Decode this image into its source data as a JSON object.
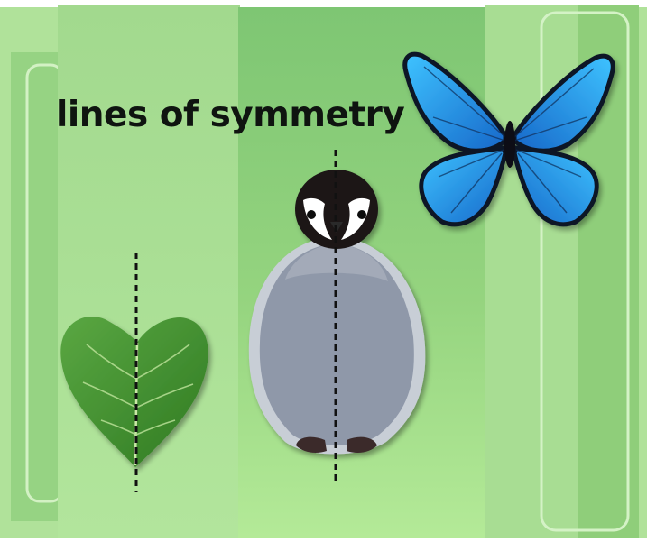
{
  "title": "lines of symmetry",
  "figures": [
    {
      "name": "leaf",
      "icon": "leaf-icon"
    },
    {
      "name": "penguin",
      "icon": "penguin-icon"
    },
    {
      "name": "butterfly",
      "icon": "butterfly-icon"
    }
  ],
  "colors": {
    "background_light": "#a9dc94",
    "background_mid": "#8fd07c",
    "background_dark": "#71be68",
    "leaf": "#3e8a2d",
    "penguin_body": "#8d97a8",
    "butterfly": "#1e9be8",
    "symmetry_line": "#111111"
  }
}
